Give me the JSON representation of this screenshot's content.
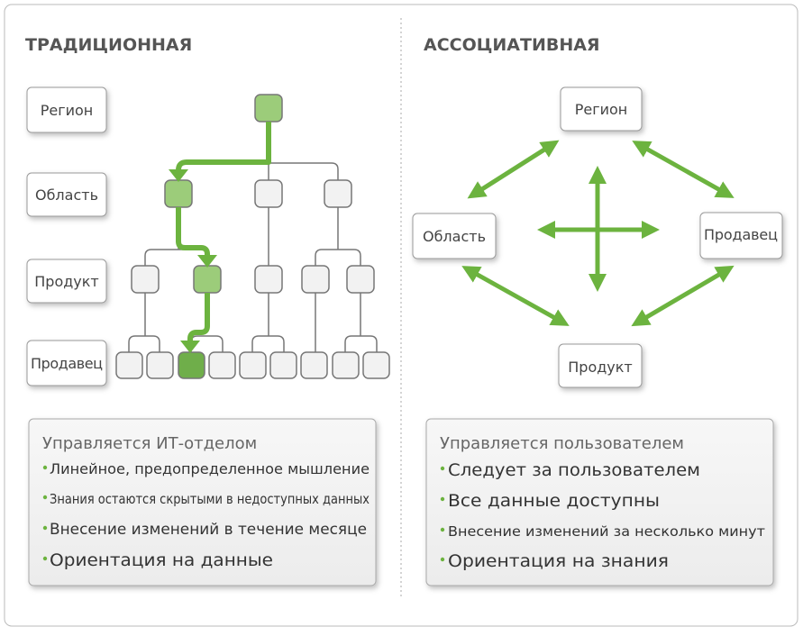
{
  "left": {
    "heading": "ТРАДИЦИОННАЯ",
    "levels": [
      "Регион",
      "Область",
      "Продукт",
      "Продавец"
    ],
    "box": {
      "title": "Управляется ИТ-отделом",
      "items": [
        "Линейное, предопределенное мышление",
        "Знания остаются скрытыми в недоступных данных",
        "Внесение изменений в течение месяце",
        "Ориентация на данные"
      ]
    }
  },
  "right": {
    "heading": "АССОЦИАТИВНАЯ",
    "nodes": {
      "top": "Регион",
      "left": "Область",
      "right": "Продавец",
      "bottom": "Продукт"
    },
    "box": {
      "title": "Управляется пользователем",
      "items": [
        "Следует за пользователем",
        "Все данные доступны",
        "Внесение изменений за несколько минут",
        "Ориентация на знания"
      ]
    }
  },
  "colors": {
    "accent": "#6cb33f",
    "node_active": "#9ccc7a",
    "node": "#f2f2f2"
  }
}
